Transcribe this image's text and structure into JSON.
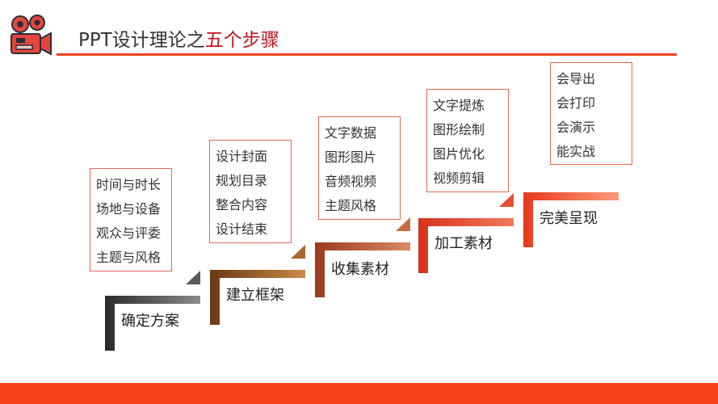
{
  "header": {
    "title_prefix": "PPT设计理论之",
    "title_highlight": "五个步骤"
  },
  "colors": {
    "accent": "#f4411b",
    "title_highlight": "#c0151a",
    "box_border": "#e06a52"
  },
  "steps": [
    {
      "label": "确定方案",
      "items": [
        "时间与时长",
        "场地与设备",
        "观众与评委",
        "主题与风格"
      ]
    },
    {
      "label": "建立框架",
      "items": [
        "设计封面",
        "规划目录",
        "整合内容",
        "设计结束"
      ]
    },
    {
      "label": "收集素材",
      "items": [
        "文字数据",
        "图形图片",
        "音频视频",
        "主题风格"
      ]
    },
    {
      "label": "加工素材",
      "items": [
        "文字提炼",
        "图形绘制",
        "图片优化",
        "视频剪辑"
      ]
    },
    {
      "label": "完美呈现",
      "items": [
        "会导出",
        "会打印",
        "会演示",
        "能实战"
      ]
    }
  ]
}
